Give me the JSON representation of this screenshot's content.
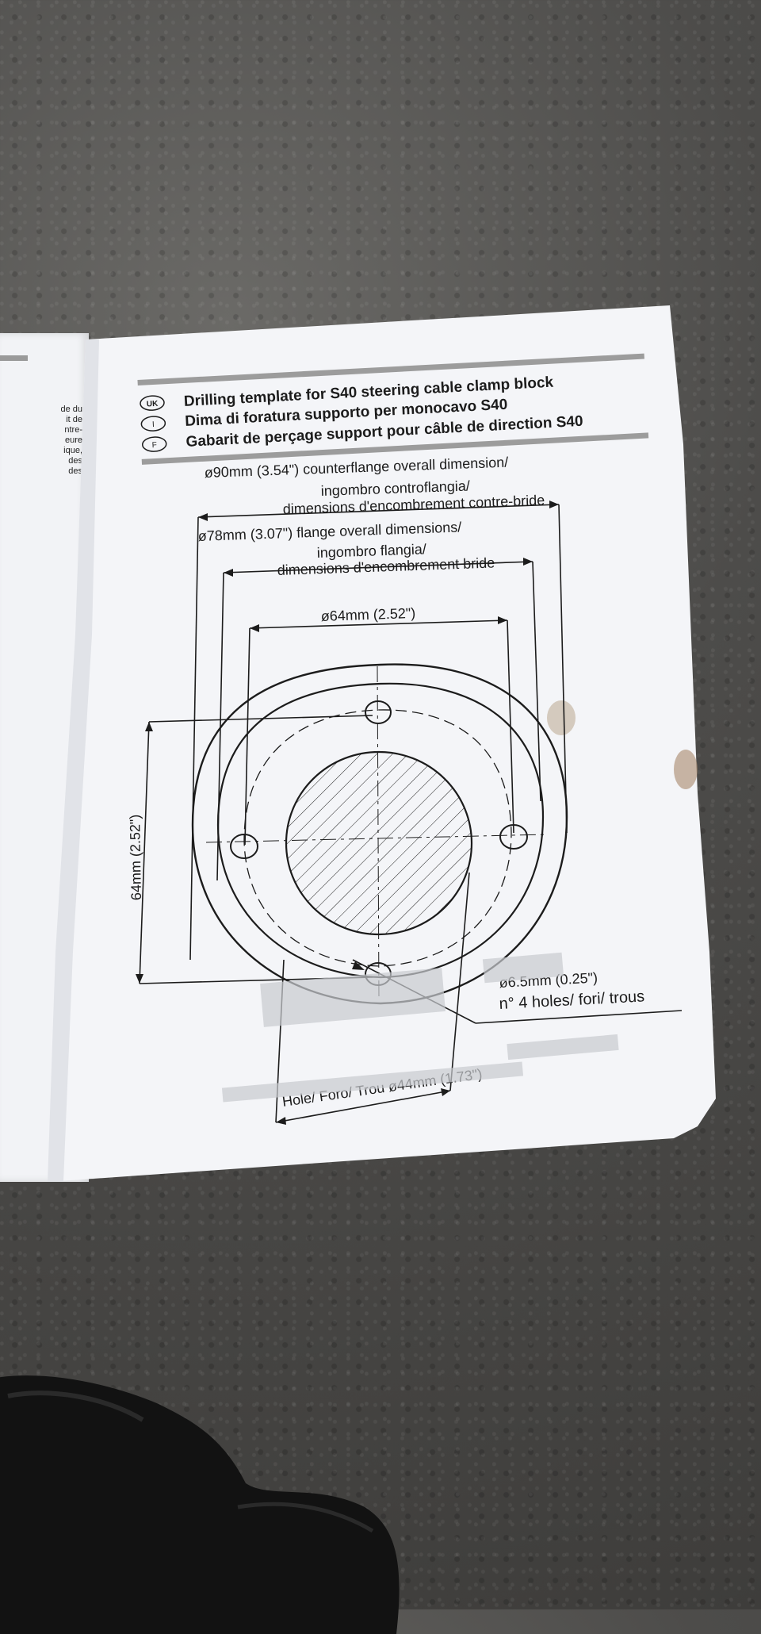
{
  "header": {
    "uk_tag": "UK",
    "it_tag": "I",
    "fr_tag": "F",
    "title_uk": "Drilling template for S40 steering cable clamp block",
    "title_it": "Dima di foratura  supporto per monocavo S40",
    "title_fr": "Gabarit de perçage support pour câble de direction  S40"
  },
  "dimensions": {
    "counterflange_line1": "ø90mm (3.54\")  counterflange overall dimension/",
    "counterflange_line2": "ingombro controflangia/",
    "counterflange_line3": "dimensions d'encombrement contre-bride",
    "flange_line1": "ø78mm (3.07\")  flange overall dimensions/",
    "flange_line2": "ingombro flangia/",
    "flange_line3": "dimensions d'encombrement bride",
    "bolt_circle": "ø64mm (2.52\")",
    "vertical": "64mm (2.52\")",
    "hole_line1": "ø6.5mm (0.25\")",
    "hole_line2": "n° 4 holes/ fori/ trous",
    "center_hole": "Hole/ Foro/ Trou ø44mm (1.73\")"
  },
  "left_page_text": [
    "de du",
    "it de",
    "ntre-",
    "eure",
    "ique,",
    "des",
    "des"
  ],
  "colors": {
    "paper": "#f4f5f8",
    "ink": "#1c1c1c",
    "gray_bar": "#9c9c9c",
    "ground": "#4d4c4a"
  }
}
